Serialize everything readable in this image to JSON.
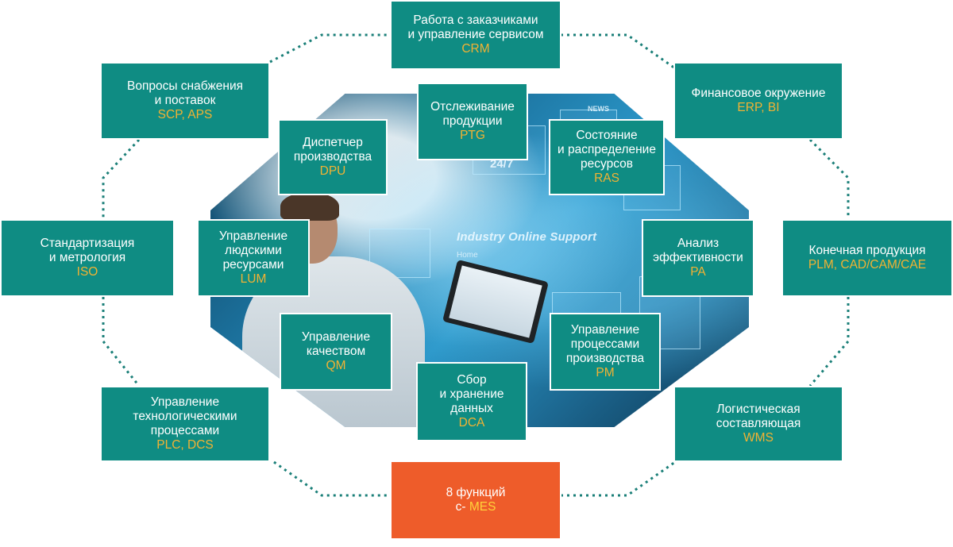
{
  "colors": {
    "box_fill": "#0f8c83",
    "code_text": "#f2b233",
    "mes_fill": "#ee5c2a",
    "mes_code": "#ffd23a",
    "connector": "#1a7f78"
  },
  "photo": {
    "banner_text": "Industry Online Support",
    "home_text": "Home",
    "news_text": "NEWS",
    "sign_text": "24/7"
  },
  "outer": {
    "crm": {
      "lines": [
        "Работа с заказчиками",
        "и управление сервисом"
      ],
      "code": "CRM"
    },
    "scp": {
      "lines": [
        "Вопросы снабжения",
        "и поставок"
      ],
      "code": "SCP, APS"
    },
    "erp": {
      "lines": [
        "Финансовое окружение"
      ],
      "code": "ERP, BI"
    },
    "iso": {
      "lines": [
        "Стандартизация",
        "и метрология"
      ],
      "code": "ISO"
    },
    "plm": {
      "lines": [
        "Конечная продукция"
      ],
      "code": "PLM, CAD/CAM/CAE"
    },
    "plc": {
      "lines": [
        "Управление",
        "технологическими",
        "процессами"
      ],
      "code": "PLC, DCS"
    },
    "wms": {
      "lines": [
        "Логистическая",
        "составляющая"
      ],
      "code": "WMS"
    }
  },
  "inner": {
    "ptg": {
      "lines": [
        "Отслеживание",
        "продукции"
      ],
      "code": "PTG"
    },
    "dpu": {
      "lines": [
        "Диспетчер",
        "производства"
      ],
      "code": "DPU"
    },
    "ras": {
      "lines": [
        "Состояние",
        "и распределение",
        "ресурсов"
      ],
      "code": "RAS"
    },
    "lum": {
      "lines": [
        "Управление",
        "людскими",
        "ресурсами"
      ],
      "code": "LUM"
    },
    "pa": {
      "lines": [
        "Анализ",
        "эффективности"
      ],
      "code": "PA"
    },
    "qm": {
      "lines": [
        "Управление",
        "качеством"
      ],
      "code": "QM"
    },
    "pm": {
      "lines": [
        "Управление",
        "процессами",
        "производства"
      ],
      "code": "PM"
    },
    "dca": {
      "lines": [
        "Сбор",
        "и хранение",
        "данных"
      ],
      "code": "DCA"
    }
  },
  "mes": {
    "line1": "8 функций",
    "prefix": "с- ",
    "code": "MES"
  }
}
